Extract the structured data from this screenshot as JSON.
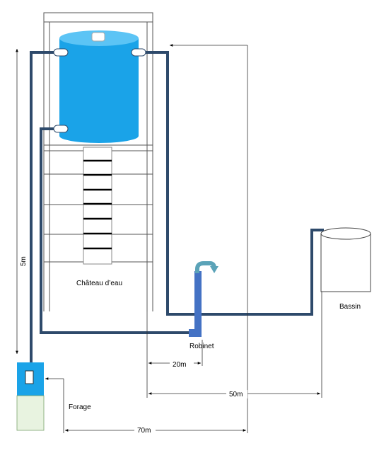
{
  "labels": {
    "tower": "Château d’eau",
    "tap": "Robinet",
    "basin": "Bassin",
    "borehole": "Forage",
    "height": "5m",
    "dist_tap": "20m",
    "dist_basin": "50m",
    "dist_borehole": "70m"
  },
  "colors": {
    "tank": "#1aa3e8",
    "pipe": "#2e4a6b",
    "tap": "#4472c4",
    "tap_spout": "#5ba3b8",
    "borehole_top": "#1aa3e8",
    "borehole_bottom": "#e8f3e0",
    "frame": "#555555"
  }
}
